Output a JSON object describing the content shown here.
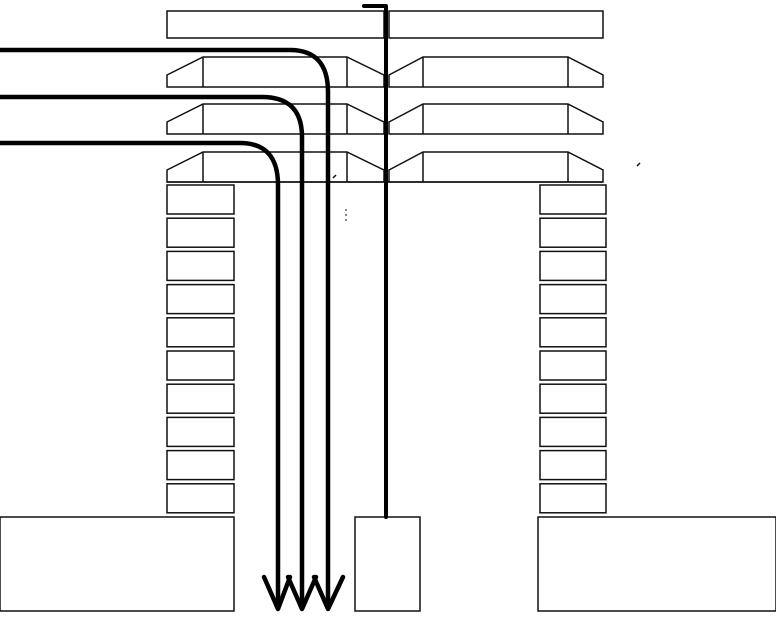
{
  "diagram": {
    "kind": "building-section-cable-routing",
    "colors": {
      "background": "#ffffff",
      "outline": "#111111",
      "cable": "#000000"
    },
    "elements": {
      "left_column_blocks": 10,
      "right_column_blocks": 10,
      "beam_rows": 3,
      "cables_with_arrows": 3,
      "single_conduit": 1
    }
  }
}
